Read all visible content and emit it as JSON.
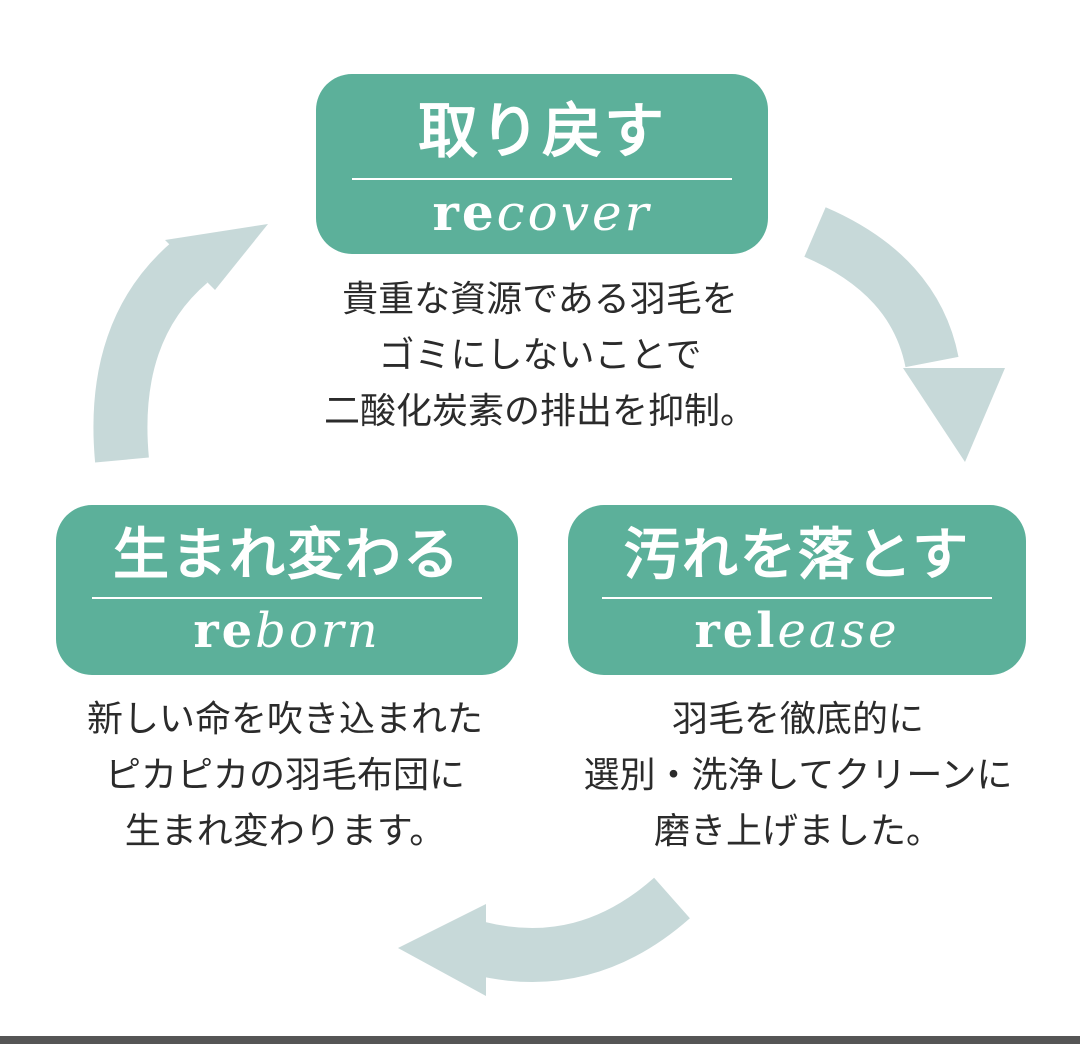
{
  "stages": {
    "recover": {
      "title": "取り戻す",
      "en_upright": "re",
      "en_italic": "cover",
      "desc": [
        "貴重な資源である羽毛を",
        "ゴミにしないことで",
        "二酸化炭素の排出を抑制。"
      ]
    },
    "release": {
      "title": "汚れを落とす",
      "en_upright": "rel",
      "en_italic": "ease",
      "desc": [
        "羽毛を徹底的に",
        "選別・洗浄してクリーンに",
        "磨き上げました。"
      ]
    },
    "reborn": {
      "title": "生まれ変わる",
      "en_upright": "re",
      "en_italic": "born",
      "desc": [
        "新しい命を吹き込まれた",
        "ピカピカの羽毛布団に",
        "生まれ変わります。"
      ]
    }
  },
  "colors": {
    "box": "#5cb09a",
    "arrow": "#c7d9d9",
    "text": "#2b2b2b"
  }
}
